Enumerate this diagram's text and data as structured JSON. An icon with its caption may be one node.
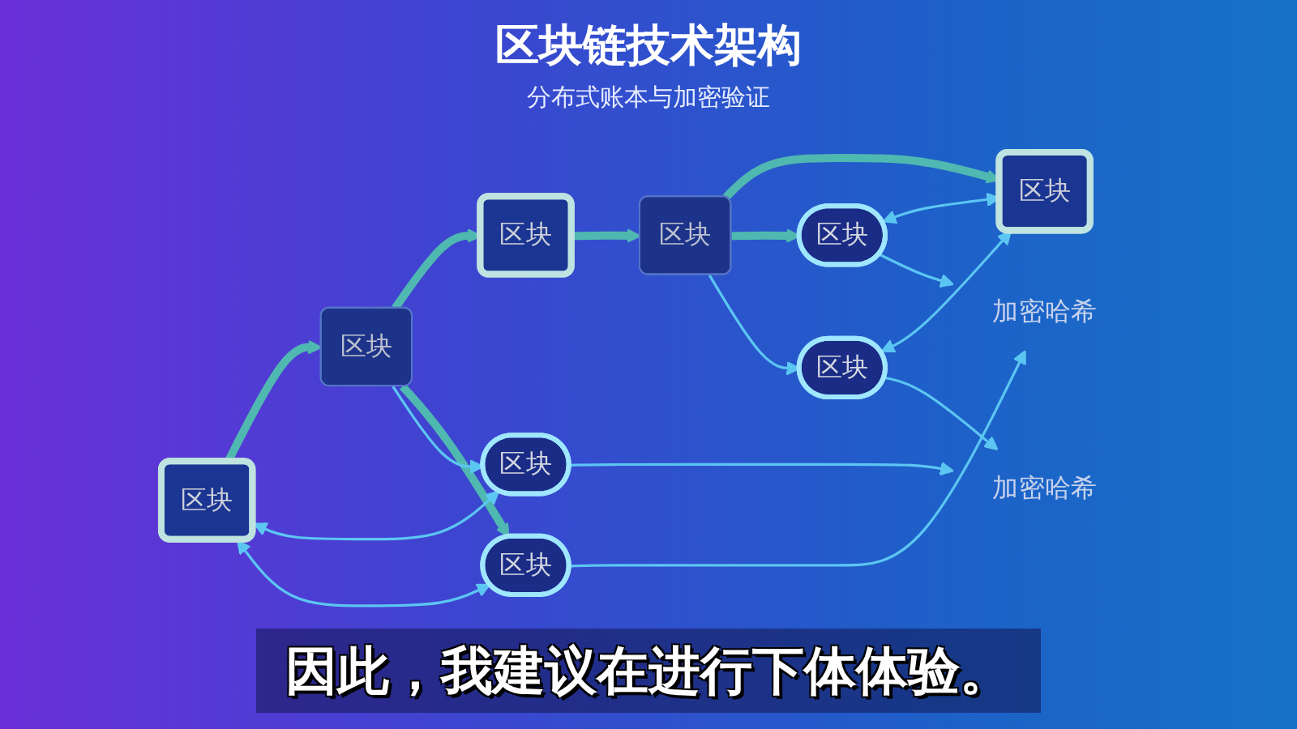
{
  "diagram": {
    "title": "区块链技术架构",
    "nodes": [
      {
        "text": [
          "区块"
        ]
      },
      {
        "text": [
          "加密哈希"
        ]
      },
      {
        "text": [
          "区块"
        ]
      },
      {
        "text": [
          "区块"
        ]
      },
      {
        "text": [
          "区块"
        ]
      },
      {
        "text": [
          "区块"
        ]
      },
      {
        "text": [
          "区块"
        ]
      },
      {
        "text": [
          "区块"
        ]
      },
      {
        "text": [
          "区块"
        ]
      },
      {
        "text": [
          "加密哈希"
        ]
      },
      {
        "text": [
          "区块"
        ]
      }
    ],
    "edges": [
      {
        "from": 3,
        "to": 4,
        "arrow": "to",
        "style": "thick",
        "color": "#4fb8b0"
      },
      {
        "from": 4,
        "to": 5,
        "arrow": "to",
        "style": "thick",
        "color": "#4fb8b0"
      },
      {
        "from": 5,
        "to": 6,
        "arrow": "to",
        "style": "thick",
        "color": "#4fb8b0"
      },
      {
        "from": 6,
        "to": 7,
        "arrow": "to",
        "style": "thick",
        "color": "#4fb8b0"
      },
      {
        "from": 4,
        "to": 8,
        "arrow": "to",
        "style": "thick",
        "color": "#4fb8b0"
      },
      {
        "from": 6,
        "to": 10,
        "arrow": "to",
        "style": "thick",
        "color": "#4fb8b0"
      },
      {
        "from": 4,
        "to": 0,
        "arrow": "to"
      },
      {
        "from": 6,
        "to": 2,
        "arrow": "to"
      },
      {
        "from": 3,
        "to": 0,
        "arrow": "both"
      },
      {
        "from": 3,
        "to": 8,
        "arrow": "both"
      },
      {
        "from": 2,
        "to": 7,
        "arrow": "both"
      },
      {
        "from": 10,
        "to": 7,
        "arrow": "both"
      },
      {
        "from": 0,
        "to": 1,
        "arrow": "to"
      },
      {
        "from": 2,
        "to": 1,
        "arrow": "to"
      },
      {
        "from": 8,
        "to": 9,
        "arrow": "to"
      },
      {
        "from": 10,
        "to": 9,
        "arrow": "to"
      }
    ],
    "labels": [
      "分布式账本与加密验证",
      "因此，我建议在进行下体体验。"
    ]
  }
}
